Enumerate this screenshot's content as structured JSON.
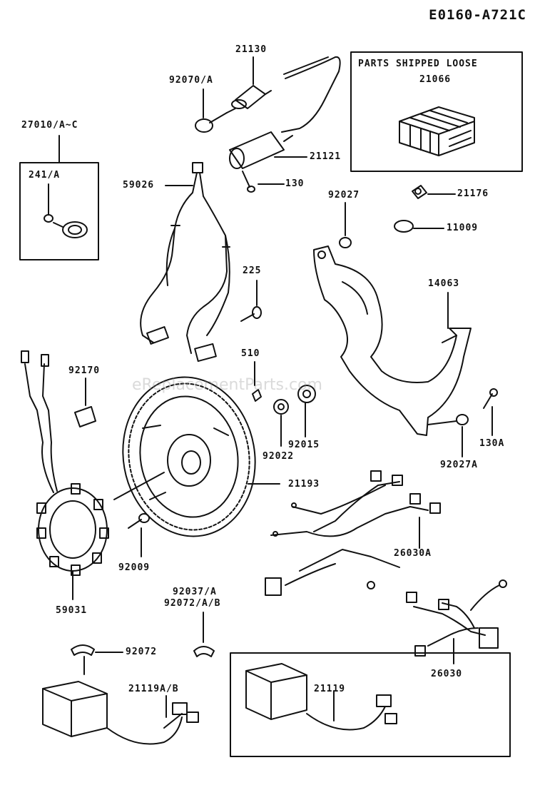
{
  "diagram_code": "E0160-A721C",
  "watermark": "eReplacementParts.com",
  "boxes": {
    "shipped_loose_title": "PARTS SHIPPED LOOSE",
    "shipped_loose_part": "21066"
  },
  "labels": {
    "p21130": "21130",
    "p92070A": "92070/A",
    "p21121": "21121",
    "p130": "130",
    "p27010": "27010/A~C",
    "p241A": "241/A",
    "p59026": "59026",
    "p92027": "92027",
    "p21176": "21176",
    "p11009": "11009",
    "p225": "225",
    "p14063": "14063",
    "p510": "510",
    "p92170": "92170",
    "p92015": "92015",
    "p92022": "92022",
    "p130A": "130A",
    "p92027A": "92027A",
    "p21193": "21193",
    "p26030A": "26030A",
    "p92009": "92009",
    "p59031": "59031",
    "p92037": "92037/A",
    "p92072AB": "92072/A/B",
    "p92072": "92072",
    "p26030": "26030",
    "p21119AB": "21119A/B",
    "p21119": "21119"
  }
}
